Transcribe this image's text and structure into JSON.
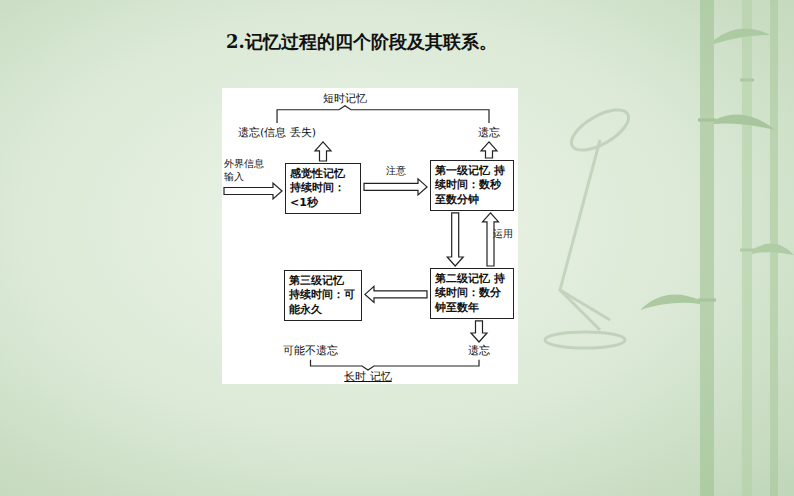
{
  "diagram": {
    "title": "2.记忆过程的四个阶段及其联系。",
    "nodes": [
      {
        "text": [
          "感觉性记忆 持续时间：<1秒"
        ]
      },
      {
        "text": [
          "第一级记忆 持续时间：数秒至数分钟"
        ]
      },
      {
        "text": [
          "第二级记忆 持续时间：数分钟至数年"
        ]
      },
      {
        "text": [
          "第三级记忆 持续时间：可能永久"
        ]
      }
    ],
    "edges": [
      {
        "from": 0,
        "to": 1,
        "label": "注意",
        "arrow": "to"
      },
      {
        "from": 1,
        "to": 2,
        "arrow": "to"
      },
      {
        "from": 2,
        "to": 1,
        "arrow": "to"
      },
      {
        "from": 2,
        "to": 3,
        "arrow": "to"
      }
    ],
    "labels": [
      "短时记忆",
      "遗忘(信息 丢失)",
      "遗忘",
      "外界信息输入",
      "运用",
      "可能不遗忘",
      "遗忘",
      "长时 记忆"
    ]
  }
}
